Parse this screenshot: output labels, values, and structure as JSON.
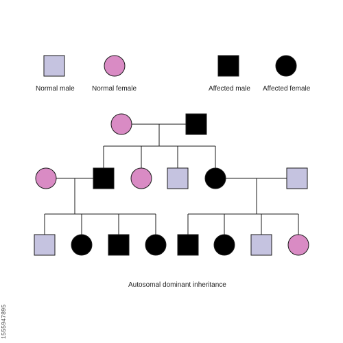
{
  "legend": {
    "normal_male": "Normal male",
    "normal_female": "Normal female",
    "affected_male": "Affected male",
    "affected_female": "Affected female"
  },
  "caption": "Autosomal dominant inheritance",
  "side_id": "1555947895",
  "colors": {
    "normal_male_fill": "#c5c3e0",
    "normal_female_fill": "#d98bc4",
    "affected_fill": "#000000",
    "line": "#1a1a1a"
  },
  "pedigree": {
    "generation_1": [
      {
        "id": "g1_mother",
        "sex": "female",
        "affected": false
      },
      {
        "id": "g1_father",
        "sex": "male",
        "affected": true
      }
    ],
    "generation_2": [
      {
        "id": "g2_spouse_left",
        "sex": "female",
        "affected": false,
        "married_in": true
      },
      {
        "id": "g2_son_1",
        "sex": "male",
        "affected": true
      },
      {
        "id": "g2_daughter_1",
        "sex": "female",
        "affected": false
      },
      {
        "id": "g2_son_2",
        "sex": "male",
        "affected": false
      },
      {
        "id": "g2_daughter_2",
        "sex": "female",
        "affected": true
      },
      {
        "id": "g2_spouse_right",
        "sex": "male",
        "affected": false,
        "married_in": true
      }
    ],
    "generation_3_left": [
      {
        "id": "g3a_1",
        "sex": "male",
        "affected": false
      },
      {
        "id": "g3a_2",
        "sex": "female",
        "affected": true
      },
      {
        "id": "g3a_3",
        "sex": "male",
        "affected": true
      },
      {
        "id": "g3a_4",
        "sex": "female",
        "affected": true
      }
    ],
    "generation_3_right": [
      {
        "id": "g3b_1",
        "sex": "male",
        "affected": true
      },
      {
        "id": "g3b_2",
        "sex": "female",
        "affected": true
      },
      {
        "id": "g3b_3",
        "sex": "male",
        "affected": false
      },
      {
        "id": "g3b_4",
        "sex": "female",
        "affected": false
      }
    ]
  }
}
